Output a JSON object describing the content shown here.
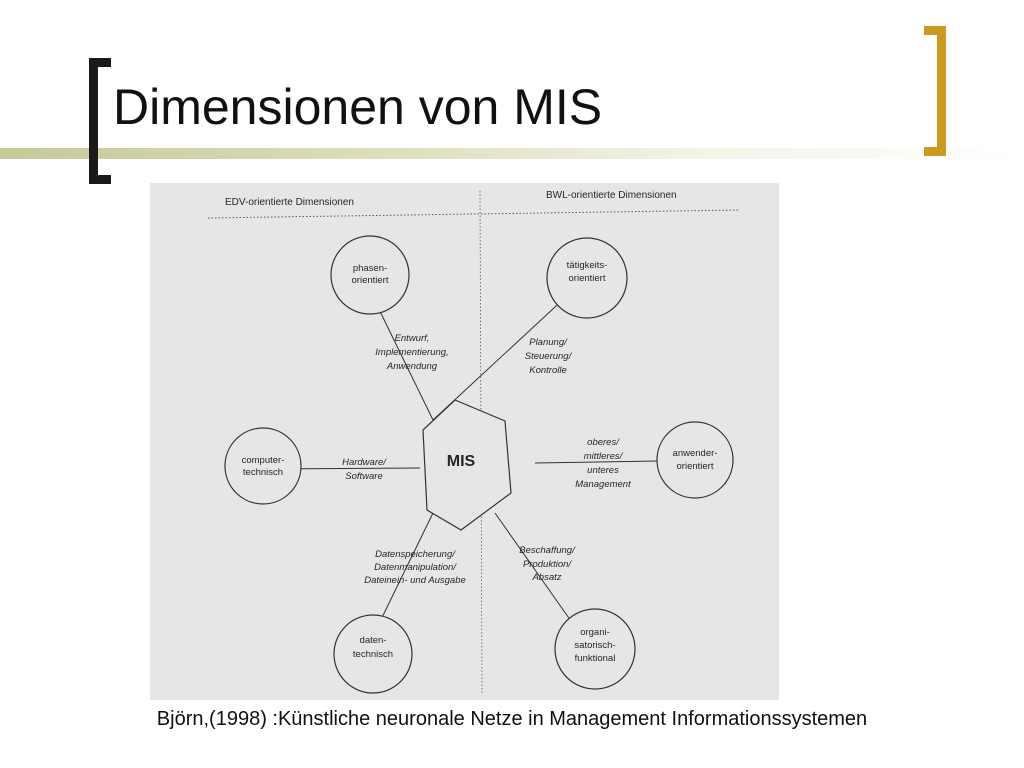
{
  "slide": {
    "title": "Dimensionen von MIS",
    "caption": "Björn,(1998) :Künstliche neuronale Netze in Management Informationssystemen",
    "colors": {
      "accent_bracket": "#cc9a1f",
      "title_bar": "#c7c996"
    }
  },
  "diagram": {
    "header_left": "EDV-orientierte Dimensionen",
    "header_right": "BWL-orientierte Dimensionen",
    "center": "MIS",
    "nodes": {
      "phasen": [
        "phasen-",
        "orientiert"
      ],
      "taetigkeits": [
        "tätigkeits-",
        "orientiert"
      ],
      "computer": [
        "computer-",
        "technisch"
      ],
      "anwender": [
        "anwender-",
        "orientiert"
      ],
      "daten": [
        "daten-",
        "technisch"
      ],
      "organisatorisch": [
        "organi-",
        "satorisch-",
        "funktional"
      ]
    },
    "edges": {
      "phasen": [
        "Entwurf,",
        "Implementierung,",
        "Anwendung"
      ],
      "taetigkeits": [
        "Planung/",
        "Steuerung/",
        "Kontrolle"
      ],
      "computer": [
        "Hardware/",
        "Software"
      ],
      "anwender": [
        "oberes/",
        "mittleres/",
        "unteres",
        "Management"
      ],
      "daten": [
        "Datenspeicherung/",
        "Datenmanipulation/",
        "Dateinein- und Ausgabe"
      ],
      "organisatorisch": [
        "Beschaffung/",
        "Produktion/",
        "Absatz"
      ]
    }
  }
}
